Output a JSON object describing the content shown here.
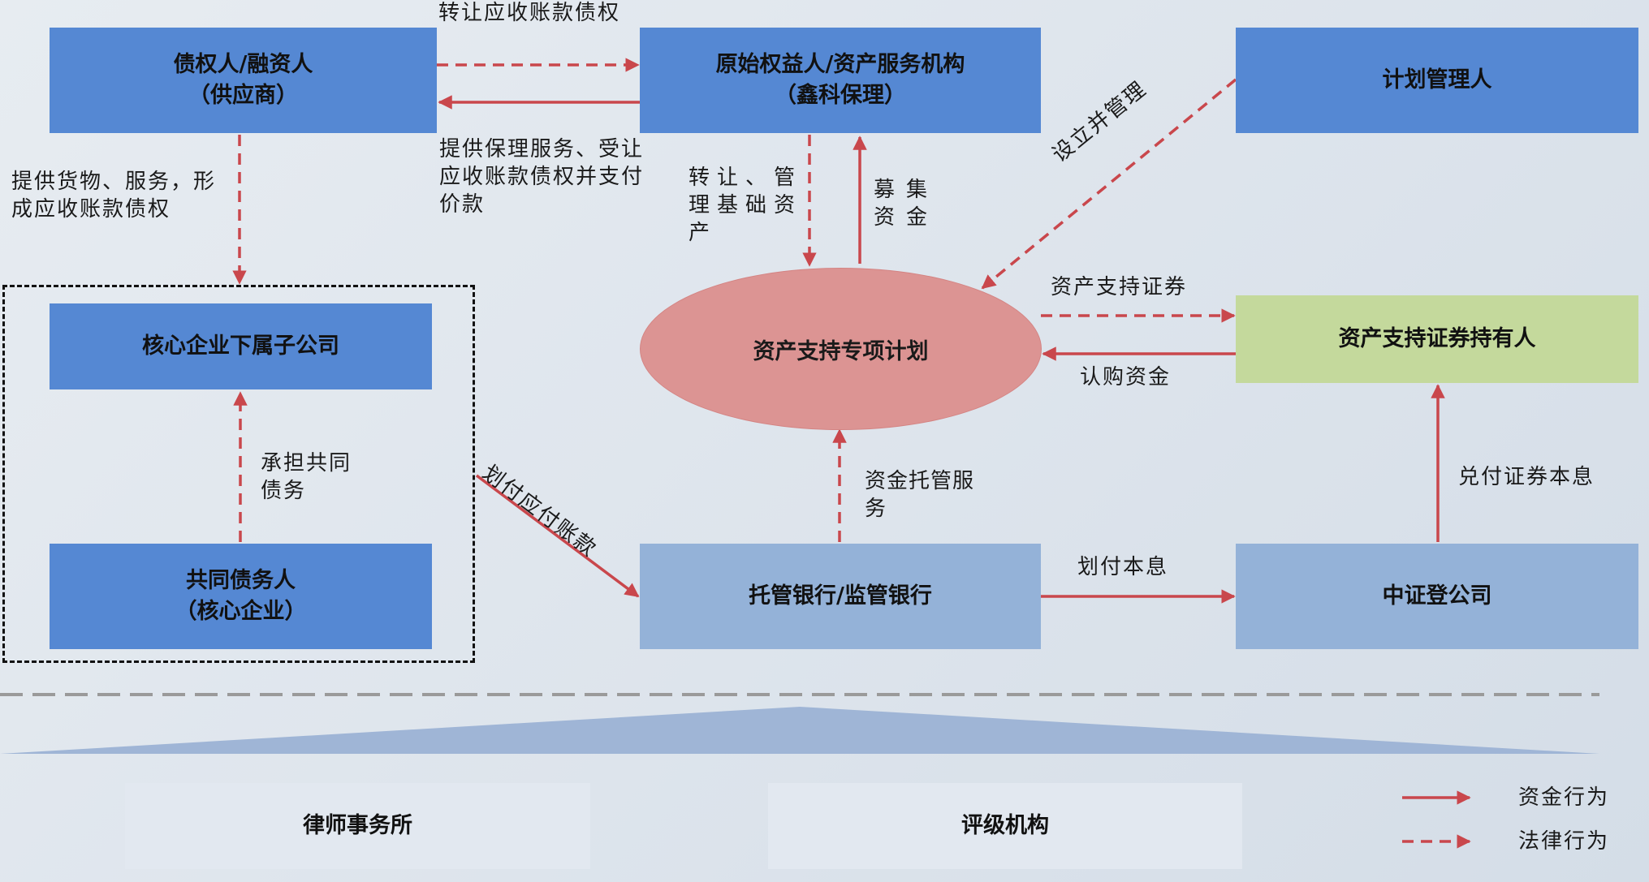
{
  "nodes": {
    "creditor": [
      "债权人/融资人",
      "（供应商）"
    ],
    "originator": [
      "原始权益人/资产服务机构",
      "（鑫科保理）"
    ],
    "plan_manager": [
      "计划管理人"
    ],
    "subsidiary": [
      "核心企业下属子公司"
    ],
    "co_debtor": [
      "共同债务人",
      "（核心企业）"
    ],
    "special_plan": "资产支持专项计划",
    "holders": [
      "资产支持证券持有人"
    ],
    "custodian": [
      "托管银行/监管银行"
    ],
    "csdc": [
      "中证登公司"
    ],
    "law_firm": "律师事务所",
    "rating_agency": "评级机构"
  },
  "edges": {
    "transfer_receivables": "转让应收账款债权",
    "factoring_service": "提供保理服务、受让应收账款债权并支付价款",
    "provide_goods": "提供货物、服务，形成应收账款债权",
    "transfer_manage": "转让、管理基础资产",
    "raise_funds": "募集资金",
    "establish_manage": "设立并管理",
    "abs": "资产支持证券",
    "subscription": "认购资金",
    "joint_debt": "承担共同债务",
    "pay_payables": "划付应付账款",
    "custody_service": "资金托管服务",
    "pay_principal": "划付本息",
    "redeem": "兑付证券本息"
  },
  "legend": {
    "fund": "资金行为",
    "legal": "法律行为"
  },
  "colors": {
    "arrow": "#c9474c",
    "box_blue": "#5588d3",
    "box_light_blue": "#94b2d8",
    "box_green": "#c4d99c",
    "oval": "#dc9493"
  }
}
